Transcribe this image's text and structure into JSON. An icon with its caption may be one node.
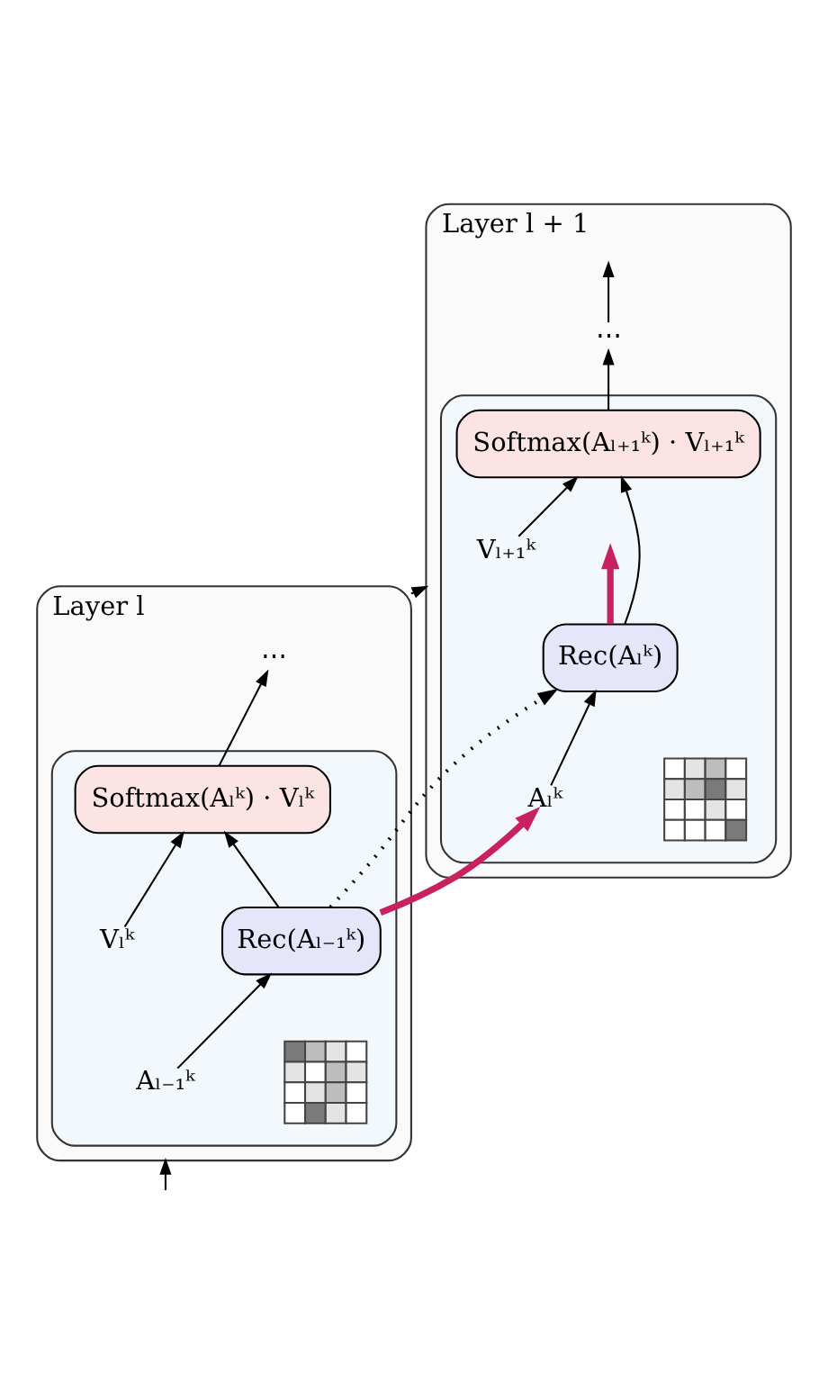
{
  "diagram": {
    "nodes": [
      {
        "text": [
          "Layer l + 1"
        ]
      },
      {
        "text": [],
        "shape": "box",
        "in": 0
      },
      {
        "text": [
          "⋯"
        ],
        "in": 0
      },
      {
        "text": [
          "Softmax(Aₗ₊₁ᵏ) · Vₗ₊₁ᵏ"
        ],
        "in": 1
      },
      {
        "text": [
          "Rec(Aₗᵏ)"
        ],
        "in": 1
      },
      {
        "text": [],
        "shape": "picture",
        "in": 1
      },
      {
        "text": [
          "Aₗᵏ"
        ],
        "in": 1
      },
      {
        "text": [
          "Vₗ₊₁ᵏ"
        ],
        "in": 1
      },
      {
        "text": [
          "Layer l"
        ]
      },
      {
        "text": [],
        "shape": "box",
        "in": 8
      },
      {
        "text": [
          "⋯"
        ],
        "in": 8
      },
      {
        "text": [
          "Softmax(Aₗᵏ) · Vₗᵏ"
        ],
        "in": 9
      },
      {
        "text": [
          "Rec(Aₗ₋₁ᵏ)"
        ],
        "in": 9
      },
      {
        "text": [],
        "shape": "picture",
        "in": 9
      },
      {
        "text": [
          "Aₗ₋₁ᵏ"
        ],
        "in": 9
      },
      {
        "text": [
          "Vₗᵏ"
        ],
        "in": 9
      }
    ],
    "edges": [
      {
        "from": 2,
        "to": null,
        "arrow": "to"
      },
      {
        "from": 3,
        "to": 2,
        "arrow": "to"
      },
      {
        "from": 4,
        "to": 3,
        "arrow": "to"
      },
      {
        "from": 7,
        "to": 3,
        "arrow": "to"
      },
      {
        "from": 4,
        "to": null,
        "arrow": "to",
        "color": "#c8215f",
        "style": "thick"
      },
      {
        "from": 6,
        "to": 4,
        "arrow": "to"
      },
      {
        "from": 8,
        "to": 0,
        "arrow": "to"
      },
      {
        "from": 11,
        "to": 10,
        "arrow": "to"
      },
      {
        "from": 12,
        "to": 11,
        "arrow": "to"
      },
      {
        "from": 15,
        "to": 11,
        "arrow": "to"
      },
      {
        "from": 12,
        "to": 6,
        "arrow": "to",
        "color": "#c8215f",
        "style": "thick"
      },
      {
        "from": 14,
        "to": 12,
        "arrow": "to"
      },
      {
        "from": 12,
        "to": 4,
        "arrow": "to",
        "style": "dashed"
      },
      {
        "from": null,
        "to": 8,
        "arrow": "to"
      }
    ]
  }
}
